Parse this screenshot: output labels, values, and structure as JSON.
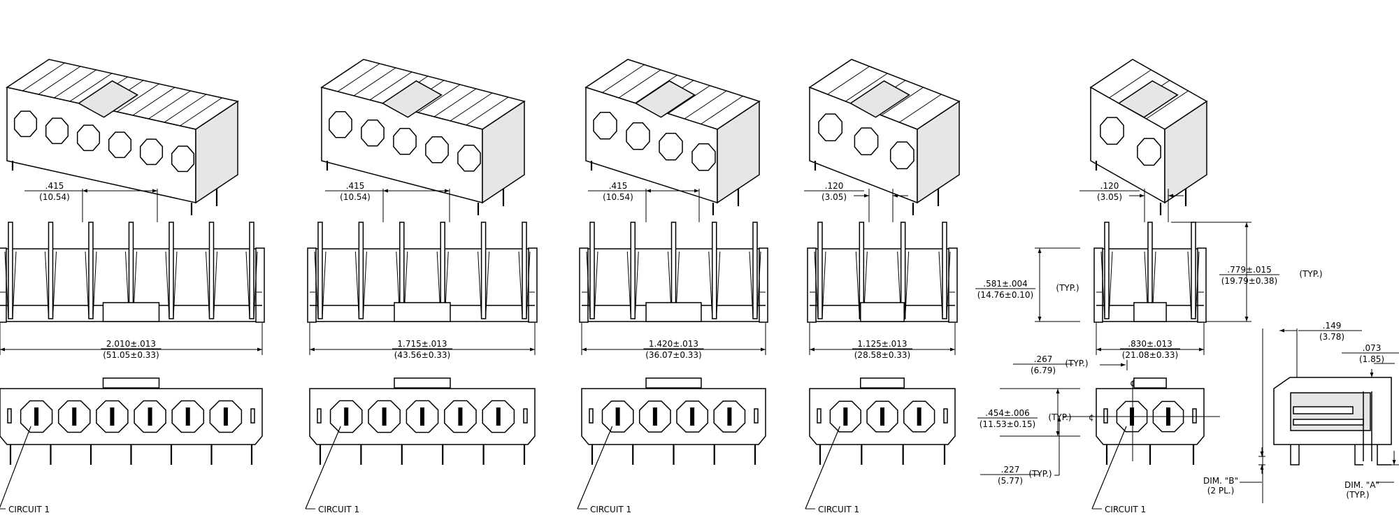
{
  "views": [
    {
      "id": "six",
      "circuits": 6,
      "pitch": {
        "inch": ".415",
        "mm": "(10.54)"
      },
      "overall": {
        "inch": "2.010±.013",
        "mm": "(51.05±0.33)"
      },
      "circuit_label": "CIRCUIT 1"
    },
    {
      "id": "five",
      "circuits": 5,
      "pitch": {
        "inch": ".415",
        "mm": "(10.54)"
      },
      "overall": {
        "inch": "1.715±.013",
        "mm": "(43.56±0.33)"
      },
      "circuit_label": "CIRCUIT 1"
    },
    {
      "id": "four",
      "circuits": 4,
      "pitch": {
        "inch": ".415",
        "mm": "(10.54)"
      },
      "overall": {
        "inch": "1.420±.013",
        "mm": "(36.07±0.33)"
      },
      "circuit_label": "CIRCUIT 1"
    },
    {
      "id": "three",
      "circuits": 3,
      "pitch": {
        "inch": ".120",
        "mm": "(3.05)"
      },
      "overall": {
        "inch": "1.125±.013",
        "mm": "(28.58±0.33)"
      },
      "circuit_label": "CIRCUIT 1"
    },
    {
      "id": "two",
      "circuits": 2,
      "pitch": {
        "inch": ".120",
        "mm": "(3.05)"
      },
      "overall": {
        "inch": ".830±.013",
        "mm": "(21.08±0.33)"
      },
      "circuit_label": "CIRCUIT 1"
    }
  ],
  "dimensions": {
    "body_height": {
      "inch": ".581±.004",
      "mm": "(14.76±0.10)",
      "note": "(TYP.)"
    },
    "pin_height": {
      "inch": ".779±.015",
      "mm": "(19.79±0.38)",
      "note": "(TYP.)"
    },
    "offset_267": {
      "inch": ".267",
      "mm": "(6.79)",
      "note": "(TYP.)"
    },
    "face_height": {
      "inch": ".454±.006",
      "mm": "(11.53±0.15)",
      "note": "(TYP.)"
    },
    "row_227": {
      "inch": ".227",
      "mm": "(5.77)",
      "note": "(TYP.)"
    },
    "side_149": {
      "inch": ".149",
      "mm": "(3.78)"
    },
    "side_073": {
      "inch": ".073",
      "mm": "(1.85)"
    },
    "dim_b": {
      "label": "DIM. \"B\"",
      "note": "(2 PL.)"
    },
    "dim_a": {
      "label": "DIM. \"A\"",
      "note": "(TYP.)"
    }
  },
  "centerline_mark": "¢"
}
